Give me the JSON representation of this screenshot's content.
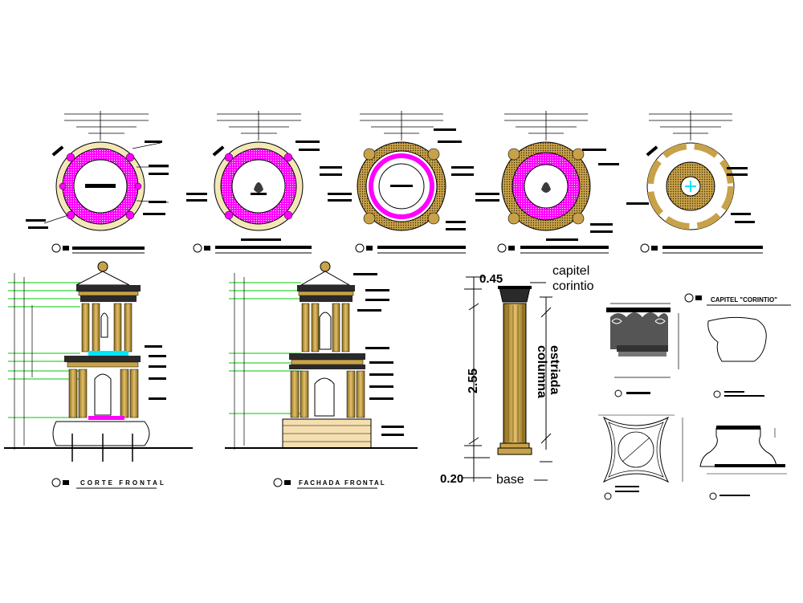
{
  "drawing": {
    "column_dims": {
      "top": "0.45",
      "bottom": "0.20",
      "shaft": "2.55"
    },
    "column_labels": {
      "capital_line1": "capitel",
      "capital_line2": "corintio",
      "shaft_line1": "columna",
      "shaft_line2": "estriada",
      "base": "base"
    },
    "capital_title": "CAPITEL \"CORINTIO\"",
    "section_titles": {
      "corte": "CORTE FRONTAL",
      "fachada": "FACHADA FRONTAL"
    },
    "colors": {
      "magenta": "#ff00ff",
      "gold": "#c8a24a",
      "green": "#00c800",
      "cyan": "#00e5ff",
      "dark": "#222222"
    }
  }
}
